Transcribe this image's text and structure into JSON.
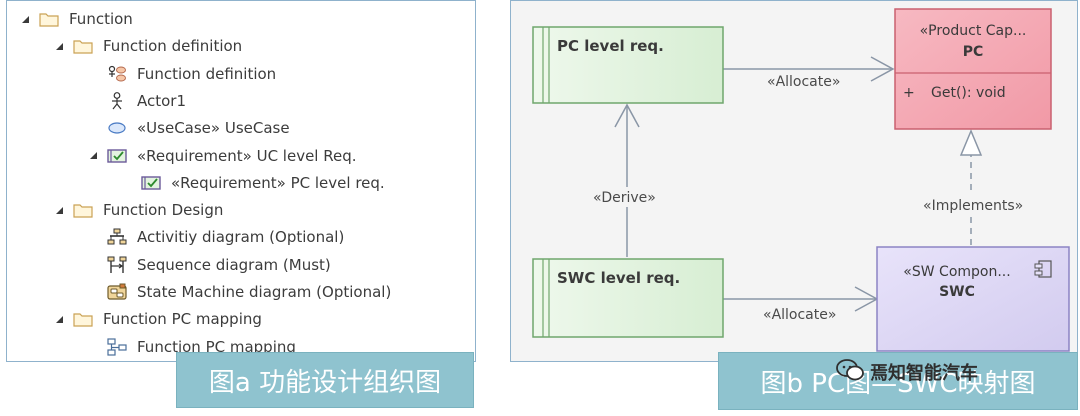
{
  "tree": {
    "items": [
      {
        "label": "Function",
        "icon": "folder-icon",
        "level": 0,
        "expander": "expanded"
      },
      {
        "label": "Function definition",
        "icon": "folder-icon",
        "level": 1,
        "expander": "expanded"
      },
      {
        "label": "Function definition",
        "icon": "use-case-diagram-icon",
        "level": 2,
        "expander": "none"
      },
      {
        "label": "Actor1",
        "icon": "actor-icon",
        "level": 2,
        "expander": "none"
      },
      {
        "label": "«UseCase» UseCase",
        "icon": "usecase-icon",
        "level": 2,
        "expander": "none"
      },
      {
        "label": "«Requirement» UC level Req.",
        "icon": "requirement-icon",
        "level": 2,
        "expander": "expanded"
      },
      {
        "label": "«Requirement» PC level req.",
        "icon": "requirement-icon",
        "level": 3,
        "expander": "none"
      },
      {
        "label": "Function Design",
        "icon": "folder-icon",
        "level": 1,
        "expander": "expanded"
      },
      {
        "label": "Activitiy diagram (Optional)",
        "icon": "activity-diagram-icon",
        "level": 2,
        "expander": "none"
      },
      {
        "label": "Sequence diagram (Must)",
        "icon": "sequence-diagram-icon",
        "level": 2,
        "expander": "none"
      },
      {
        "label": "State Machine diagram (Optional)",
        "icon": "state-machine-diagram-icon",
        "level": 2,
        "expander": "none"
      },
      {
        "label": "Function PC mapping",
        "icon": "folder-icon",
        "level": 1,
        "expander": "expanded"
      },
      {
        "label": "Function PC mapping",
        "icon": "composite-diagram-icon",
        "level": 2,
        "expander": "none"
      }
    ]
  },
  "diagram": {
    "pc_req": {
      "label": "PC level req."
    },
    "swc_req": {
      "label": "SWC level req."
    },
    "product_class": {
      "stereotype": "«Product Cap...",
      "name": "PC",
      "operation_visibility": "+",
      "operation": "Get(): void"
    },
    "sw_component": {
      "stereotype": "«SW Compon...",
      "name": "SWC"
    },
    "connectors": {
      "allocate_top": "«Allocate»",
      "allocate_bottom": "«Allocate»",
      "derive": "«Derive»",
      "implements": "«Implements»"
    },
    "colors": {
      "requirement_fill": "#e3f3df",
      "requirement_border": "#6fa66d",
      "class_fill": "#f4a9b3",
      "class_border": "#c9606f",
      "component_fill": "#dcd6f3",
      "component_border": "#8b83c4"
    }
  },
  "captions": {
    "a": "图a 功能设计组织图",
    "b": "图b PC图—SWC映射图"
  },
  "watermark": {
    "text": "焉知智能汽车"
  }
}
